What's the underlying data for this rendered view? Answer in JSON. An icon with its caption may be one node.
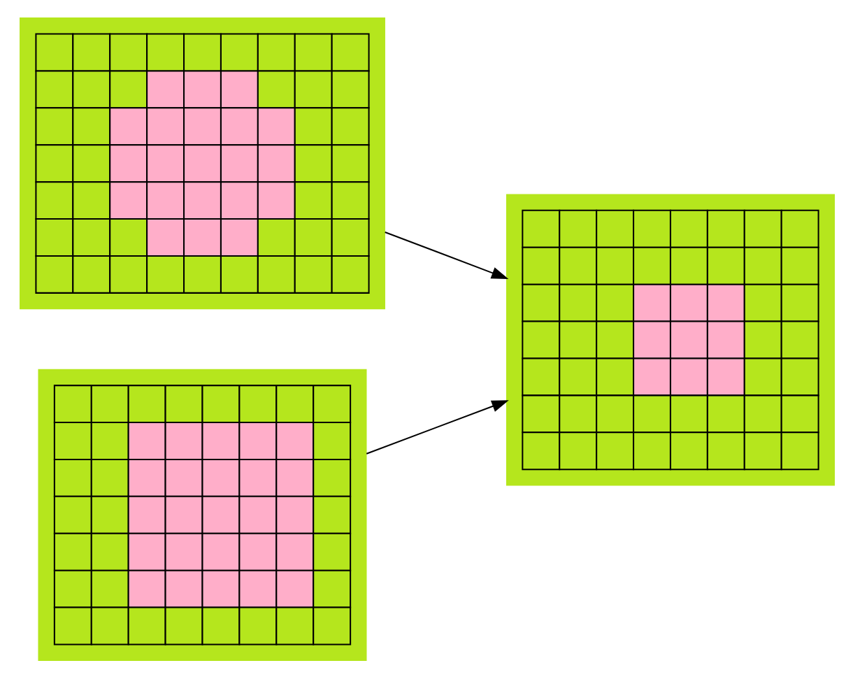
{
  "diagram": {
    "nodes": [
      {
        "text": [],
        "shape": "box"
      },
      {
        "text": [],
        "shape": "box"
      },
      {
        "text": [],
        "shape": "box"
      }
    ],
    "edges": [
      {
        "from": 0,
        "to": 2,
        "arrow": "to"
      },
      {
        "from": 1,
        "to": 2,
        "arrow": "to"
      }
    ]
  }
}
